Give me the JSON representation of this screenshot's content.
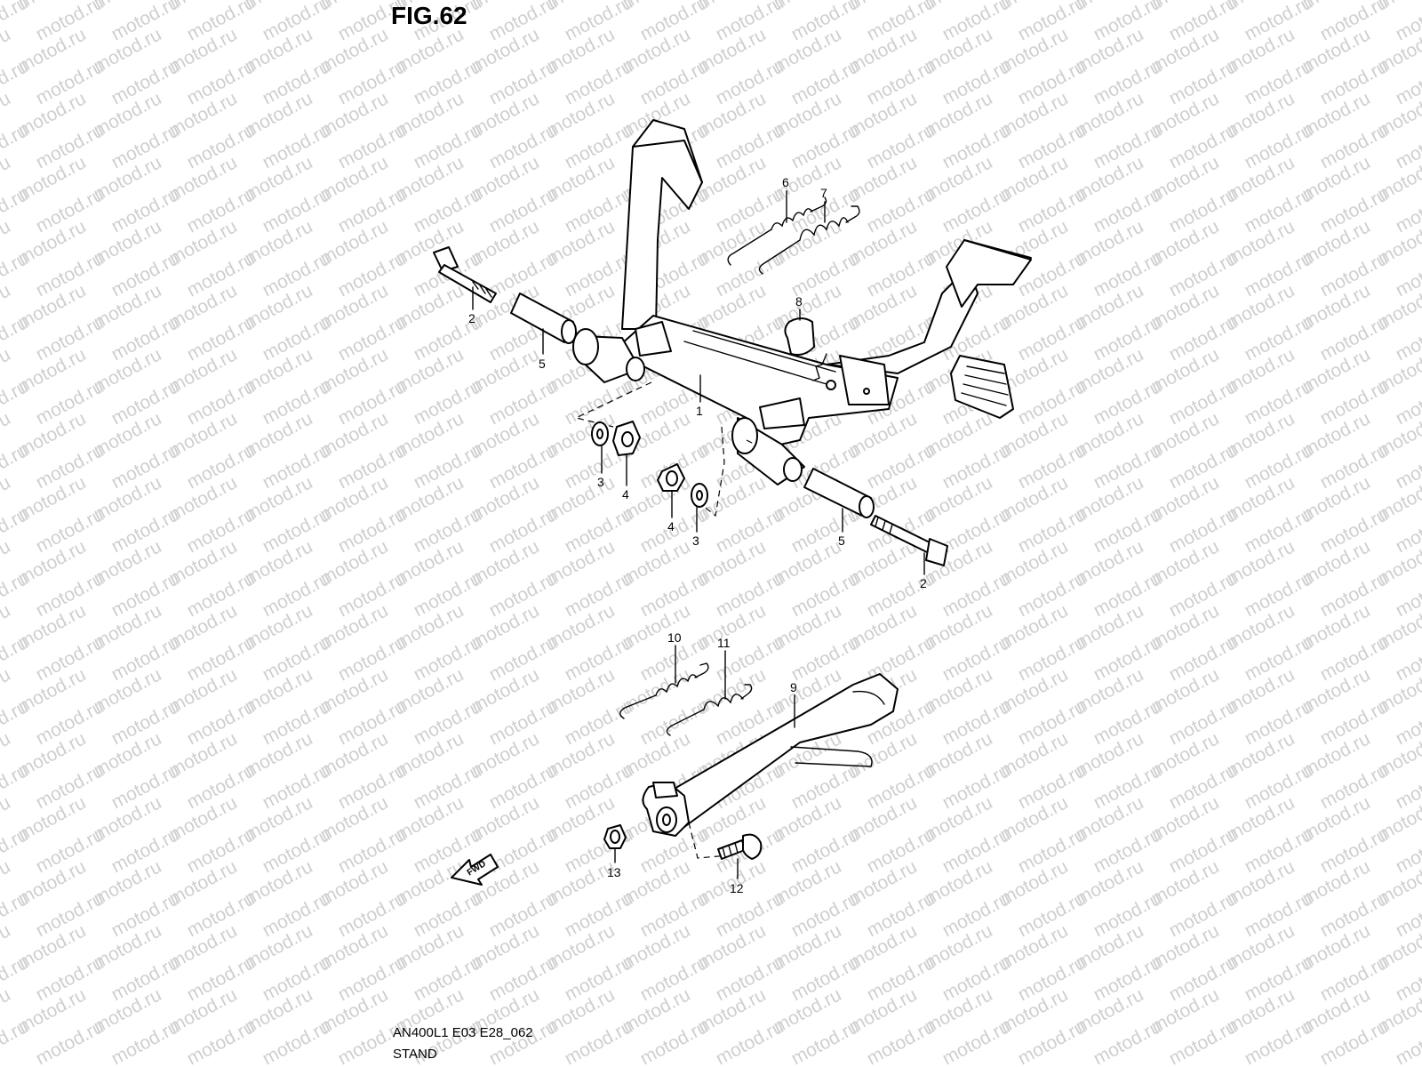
{
  "figure": {
    "title": "FIG.62",
    "code": "AN400L1 E03 E28_062",
    "name": "STAND"
  },
  "watermark": {
    "text": "motod.ru"
  },
  "callouts": [
    "1",
    "2",
    "2",
    "3",
    "3",
    "4",
    "4",
    "5",
    "5",
    "6",
    "7",
    "8",
    "9",
    "10",
    "11",
    "12",
    "13"
  ],
  "direction_arrow": {
    "label": "FWD",
    "icon": "fwd-arrow-icon"
  },
  "colors": {
    "ink": "#000000",
    "watermark": "#cfcfcf",
    "background": "#ffffff"
  }
}
